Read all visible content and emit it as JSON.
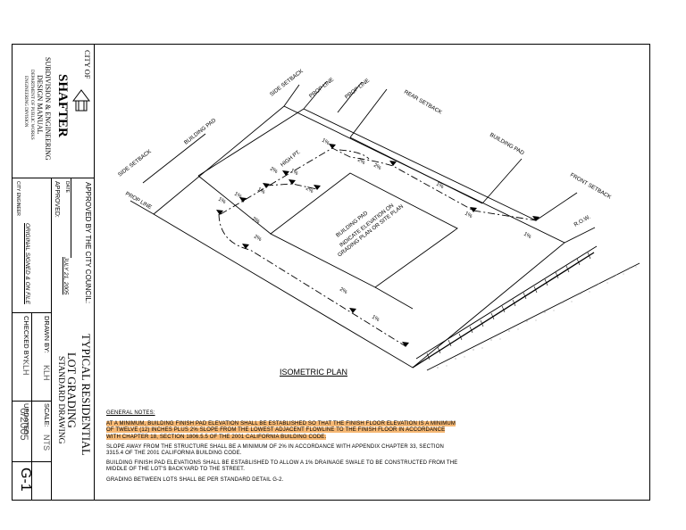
{
  "titleblock": {
    "logo_city": "CITY OF",
    "logo_name": "SHAFTER",
    "manual_line1": "SUBDIVISION & ENGINEERING",
    "manual_line2": "DESIGN MANUAL",
    "dept_line1": "DEPARTMENT OF PUBLIC WORKS",
    "dept_line2": "ENGINEERING DIVISION",
    "approved_by_council": "APPROVED BY THE CITY COUNCIL:",
    "date_label": "DATE",
    "date_value": "JULY 21, 2005",
    "approved_label": "APPROVED:",
    "original_signed": "ORIGINAL SIGNED & ON FILE",
    "city_engineer": "CITY ENGINEER",
    "title_line1": "TYPICAL RESIDENTIAL",
    "title_line2": "LOT GRADING",
    "title_line3": "STANDARD DRAWING",
    "drawn_by_label": "DRAWN BY:",
    "drawn_by_value": "KLH",
    "checked_by_label": "CHECKED BY:",
    "checked_by_value": "KLH",
    "scale_label": "SCALE:",
    "scale_value": "NTS",
    "updated_label": "UPDATED:",
    "updated_value": "6/2005",
    "sheet_number": "G-1"
  },
  "plan": {
    "iso_title": "ISOMETRIC PLAN",
    "labels": {
      "side_setback_top": "SIDE SETBACK",
      "prop_line_top1": "PROP LINE",
      "prop_line_top2": "PROP LINE",
      "rear_setback": "REAR SETBACK",
      "building_pad_left": "BUILDING PAD",
      "building_pad_right": "BUILDING PAD",
      "side_setback_left": "SIDE SETBACK",
      "prop_line_left": "PROP LINE",
      "front_setback": "FRONT SETBACK",
      "row": "R.O.W.",
      "high_pt": "HIGH PT.",
      "pad_note_1": "BUILDING PAD",
      "pad_note_2": "INDICATE ELEVATION ON",
      "pad_note_3": "GRADING PLAN OR SITE PLAN"
    },
    "slopes": {
      "s1": "1%",
      "s2": "2%",
      "s3": "2%",
      "s4": "1%",
      "s5": "1%",
      "s6": "1%",
      "s7": "2%",
      "s8": "1%",
      "s9": "2%",
      "s10": "1%",
      "s11": "2%",
      "s12": "2%",
      "s13": "1%",
      "s14": "1%",
      "s15": "2%",
      "s16": "1%"
    }
  },
  "notes": {
    "heading": "GENERAL NOTES:",
    "note1": "AT A MINIMUM, BUILDING FINISH PAD ELEVATION SHALL BE ESTABLISHED SO THAT THE FINISH FLOOR ELEVATION IS A MINIMUM OF TWELVE (12) INCHES PLUS 2% SLOPE FROM THE LOWEST ADJACENT FLOWLINE TO THE FINISH FLOOR IN ACCORDANCE WITH CHAPTER 18, SECTION 1806.5.5 OF THE 2001 CALIFORNIA BUILDING CODE.",
    "note2": "SLOPE AWAY FROM THE STRUCTURE SHALL BE A MINIMUM OF 2% IN ACCORDANCE WITH APPENDIX CHAPTER 33, SECTION 3315.4 OF THE 2001 CALIFORNIA BUILDING CODE.",
    "note3": "BUILDING FINISH PAD ELEVATIONS SHALL BE ESTABLISHED TO ALLOW A 1% DRAINAGE SWALE TO BE CONSTRUCTED FROM THE MIDDLE OF THE LOT'S BACKYARD TO THE STREET.",
    "note4": "GRADING BETWEEN LOTS SHALL BE PER STANDARD DETAIL G-2."
  }
}
